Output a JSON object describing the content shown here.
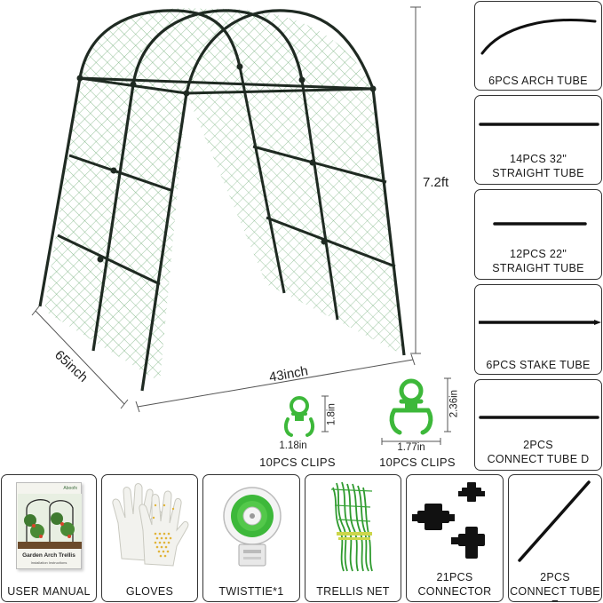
{
  "dimensions": {
    "height": "7.2ft",
    "width": "43inch",
    "depth": "65inch"
  },
  "clips": [
    {
      "width": "1.18in",
      "height": "1.8in",
      "label": "10PCS CLIPS",
      "color": "#3db83a"
    },
    {
      "width": "1.77in",
      "height": "2.36in",
      "label": "10PCS CLIPS",
      "color": "#3db83a"
    }
  ],
  "parts": [
    {
      "label": "6PCS ARCH TUBE"
    },
    {
      "label": "14PCS 32\"",
      "label2": "STRAIGHT TUBE"
    },
    {
      "label": "12PCS 22\"",
      "label2": "STRAIGHT TUBE"
    },
    {
      "label": "6PCS STAKE TUBE"
    },
    {
      "label": "2PCS",
      "label2": "CONNECT TUBE D"
    }
  ],
  "accessories": [
    {
      "label": "USER MANUAL",
      "manual_title": "Garden Arch Trellis",
      "manual_subtitle": "Installation Instructions",
      "manual_brand": "Aboofx"
    },
    {
      "label": "GLOVES"
    },
    {
      "label": "TWISTTIE*1"
    },
    {
      "label": "TRELLIS NET"
    },
    {
      "label": "21PCS",
      "label2": "CONNECTOR"
    },
    {
      "label": "2PCS",
      "label2": "CONNECT TUBE E"
    }
  ],
  "colors": {
    "frame": "#1f2a22",
    "net": "#2f8a3a",
    "clip": "#3db83a",
    "border": "#333333"
  }
}
